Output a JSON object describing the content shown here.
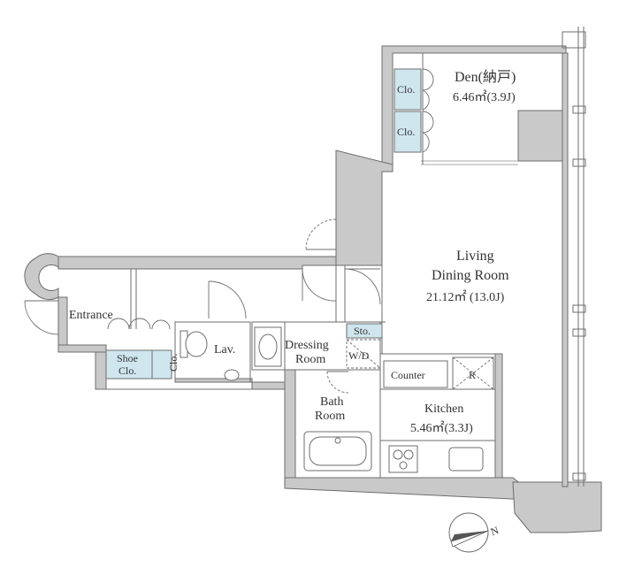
{
  "rooms": {
    "den": {
      "name": "Den(納戸)",
      "area": "6.46㎡(3.9J)"
    },
    "living": {
      "line1": "Living",
      "line2": "Dining Room",
      "area": "21.12㎡ (13.0J)"
    },
    "kitchen": {
      "name": "Kitchen",
      "area": "5.46㎡(3.3J)"
    },
    "entrance": {
      "name": "Entrance"
    },
    "lav": {
      "name": "Lav."
    },
    "dressing": {
      "line1": "Dressing",
      "line2": "Room"
    },
    "bath": {
      "line1": "Bath",
      "line2": "Room"
    }
  },
  "fixtures": {
    "closet": "Clo.",
    "shoe_closet_line1": "Shoe",
    "shoe_closet_line2": "Clo.",
    "storage": "Sto.",
    "washer": "W/D",
    "counter": "Counter",
    "fridge": "R"
  },
  "compass": {
    "north_label": "N"
  }
}
